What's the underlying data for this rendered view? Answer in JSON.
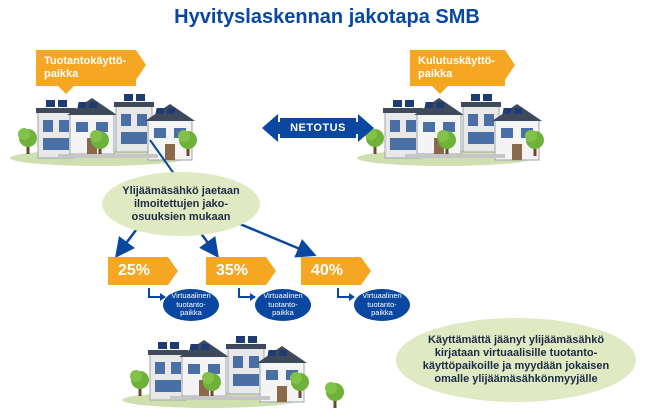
{
  "title": "Hyvityslaskennan jakotapa SMB",
  "labels": {
    "production_site": "Tuotantokäyttö-\npaikka",
    "consumption_site": "Kulutuskäyttö-\npaikka",
    "netting": "NETOTUS"
  },
  "surplus_note": "Ylijäämäsähkö jaetaan\nilmoitettujen jako-\nosuuksien mukaan",
  "shares": [
    "25%",
    "35%",
    "40%"
  ],
  "virtual_sites": [
    "Virtuaalinen\ntuotanto-\npaikka",
    "Virtuaalinen\ntuotanto-\npaikka",
    "Virtuaalinen\ntuotanto-\npaikka"
  ],
  "unused_note": "Käyttämättä jäänyt ylijäämäsähkö\nkirjataan virtuaalisille tuotanto-\nkäyttöpaikoille ja myydään jokaisen\nomalle ylijäämäsähkönmyyjälle",
  "colors": {
    "brand_blue": "#0a47a0",
    "orange": "#f5a623",
    "light_green": "#dfeac3"
  },
  "icons": [
    "house-cluster-illustration",
    "solar-panel-icon",
    "tree-icon",
    "double-arrow-icon",
    "arrow-icon"
  ]
}
